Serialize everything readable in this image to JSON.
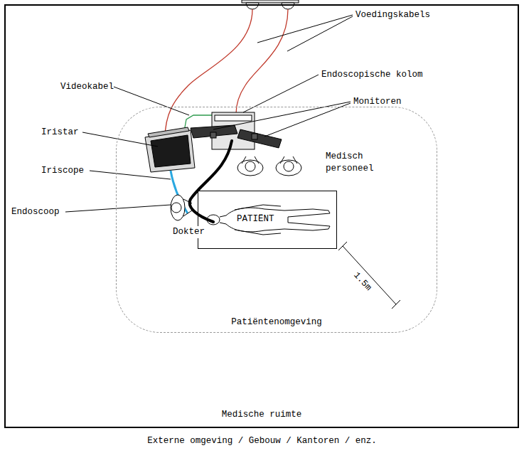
{
  "diagram": {
    "nodes": [
      {
        "text": [
          "Medische ruimte"
        ]
      },
      {
        "text": [
          "Patiëntenomgeving"
        ],
        "in": 0
      },
      {
        "text": [
          "PATIËNT"
        ],
        "in": 1
      }
    ],
    "labels": [
      "Voedingskabels",
      "Endoscopische kolom",
      "Monitoren",
      "Videokabel",
      "Iristar",
      "Iriscope",
      "Endoscoop",
      "Dokter",
      "Medisch personeel",
      "1.5m",
      "Externe omgeving / Gebouw / Kantoren / enz."
    ]
  }
}
